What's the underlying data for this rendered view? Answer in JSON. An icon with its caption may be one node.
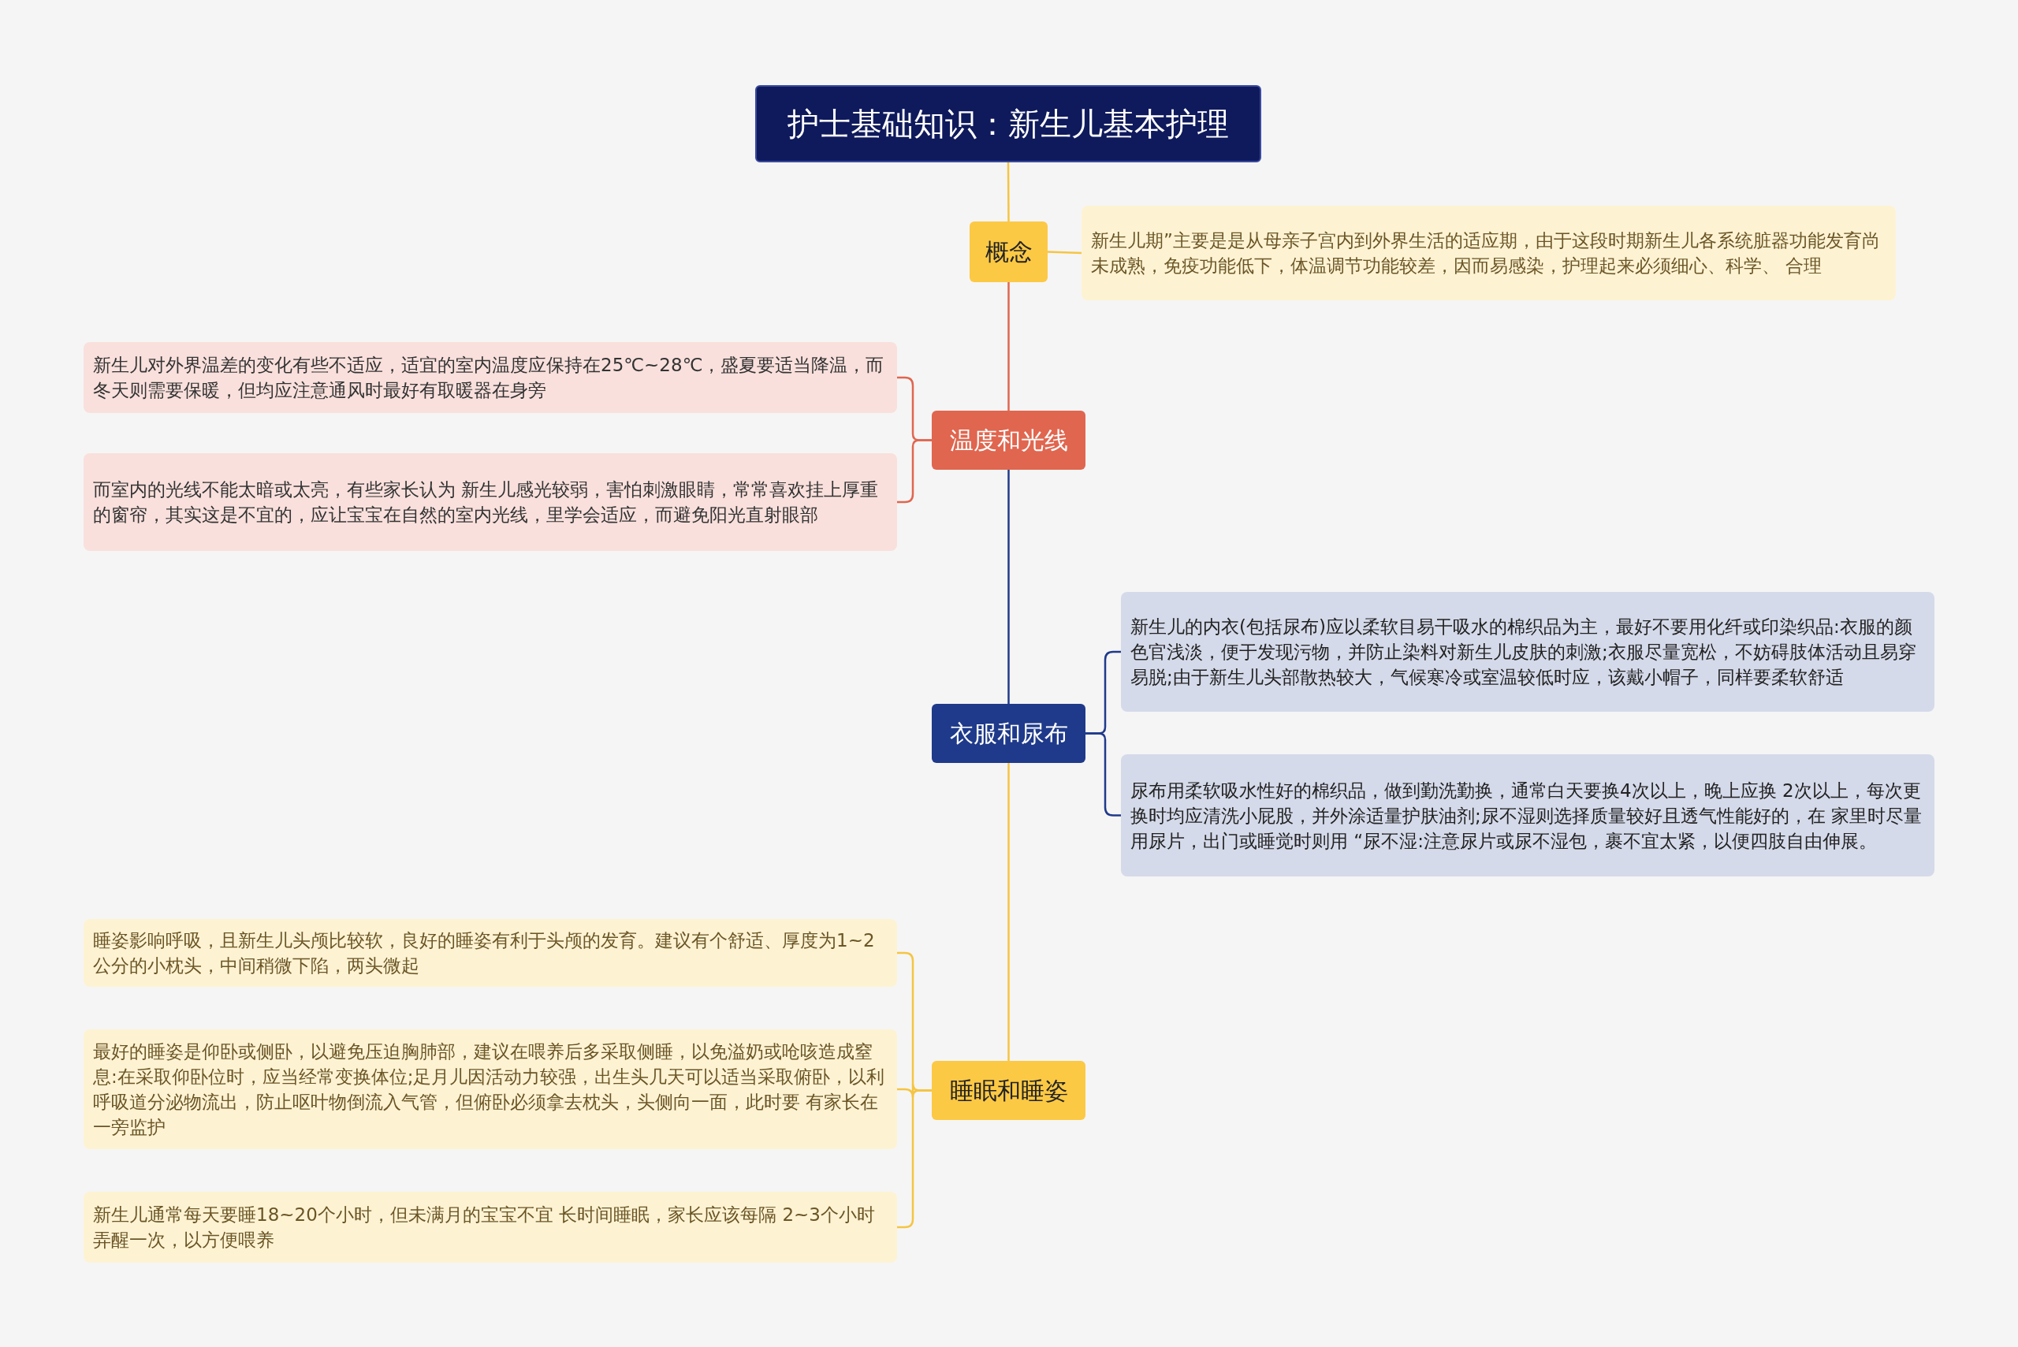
{
  "diagram": {
    "nodes": [
      {
        "text": [
          "护士基础知识：新生儿基本护理"
        ]
      },
      {
        "text": [
          "概念"
        ]
      },
      {
        "text": [
          "新生儿期”主要是是从母亲子宫内到外界生活的适应期，由于这段时期新生儿各系统脏器功能发育尚未成熟，免疫功能低下，体温调节功能较差，因而易感染，护理起来必须细心、科学、 合理"
        ]
      },
      {
        "text": [
          "温度和光线"
        ]
      },
      {
        "text": [
          "新生儿对外界温差的变化有些不适应，适宜的室内温度应保持在25℃~28℃，盛夏要适当降温，而冬天则需要保暖，但均应注意通风时最好有取暖器在身旁"
        ]
      },
      {
        "text": [
          "而室内的光线不能太暗或太亮，有些家长认为 新生儿感光较弱，害怕刺激眼睛，常常喜欢挂上厚重的窗帘，其实这是不宜的，应让宝宝在自然的室内光线，里学会适应，而避免阳光直射眼部"
        ]
      },
      {
        "text": [
          "衣服和尿布"
        ]
      },
      {
        "text": [
          "新生儿的内衣(包括尿布)应以柔软目易干吸水的棉织品为主，最好不要用化纤或印染织品:衣服的颜色官浅淡，便于发现污物，并防止染料对新生儿皮肤的刺激;衣服尽量宽松，不妨碍肢体活动且易穿易脱;由于新生儿头部散热较大，气候寒冷或室温较低时应，该戴小帽子，同样要柔软舒适"
        ]
      },
      {
        "text": [
          "尿布用柔软吸水性好的棉织品，做到勤洗勤换，通常白天要换4次以上，晚上应换 2次以上，每次更换时均应清洗小屁股，并外涂适量护肤油剂;尿不湿则选择质量较好且透气性能好的，在 家里时尽量用尿片，出门或睡觉时则用 “尿不湿:注意尿片或尿不湿包，裹不宜太紧，以便四肢自由伸展。"
        ]
      },
      {
        "text": [
          "睡眠和睡姿"
        ]
      },
      {
        "text": [
          "睡姿影响呼吸，且新生儿头颅比较软，良好的睡姿有利于头颅的发育。建议有个舒适、厚度为1~2公分的小枕头，中间稍微下陷，两头微起"
        ]
      },
      {
        "text": [
          "最好的睡姿是仰卧或侧卧，以避免压迫胸肺部，建议在喂养后多采取侧睡，以免溢奶或呛咳造成窒息:在采取仰卧位时，应当经常变换体位;足月儿因活动力较强，出生头几天可以适当采取俯卧，以利呼吸道分泌物流出，防止呕叶物倒流入气管，但俯卧必须拿去枕头，头侧向一面，此时要 有家长在一旁监护"
        ]
      },
      {
        "text": [
          "新生儿通常每天要睡18~20个小时，但未满月的宝宝不宜 长时间睡眠，家长应该每隔 2~3个小时弄醒一次，以方便喂养"
        ]
      }
    ],
    "edges": [
      {
        "from": 0,
        "to": 1,
        "arrow": "none",
        "color": "#f5c542"
      },
      {
        "from": 1,
        "to": 3,
        "arrow": "none",
        "color": "#e0664f"
      },
      {
        "from": 3,
        "to": 6,
        "arrow": "none",
        "color": "#1f3a8a"
      },
      {
        "from": 6,
        "to": 9,
        "arrow": "none",
        "color": "#f5c542"
      },
      {
        "from": 1,
        "to": 2,
        "arrow": "none",
        "color": "#f5c542"
      },
      {
        "from": 3,
        "to": 4,
        "arrow": "none",
        "color": "#e0664f"
      },
      {
        "from": 3,
        "to": 5,
        "arrow": "none",
        "color": "#e0664f"
      },
      {
        "from": 6,
        "to": 7,
        "arrow": "none",
        "color": "#1f3a8a"
      },
      {
        "from": 6,
        "to": 8,
        "arrow": "none",
        "color": "#1f3a8a"
      },
      {
        "from": 9,
        "to": 10,
        "arrow": "none",
        "color": "#f5c542"
      },
      {
        "from": 9,
        "to": 11,
        "arrow": "none",
        "color": "#f5c542"
      },
      {
        "from": 9,
        "to": 12,
        "arrow": "none",
        "color": "#f5c542"
      }
    ]
  }
}
